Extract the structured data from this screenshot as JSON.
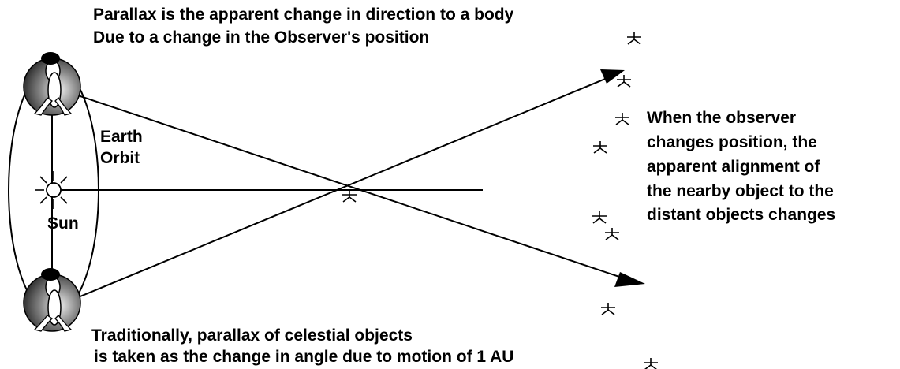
{
  "title_lines": [
    "Parallax is the apparent change in direction to a body",
    "Due to a change in the Observer's position"
  ],
  "orbit_label": [
    "Earth",
    "Orbit"
  ],
  "sun_label": "Sun",
  "explanation_lines": [
    "When the observer",
    "changes position, the",
    "apparent alignment of",
    "the nearby object to the",
    "distant objects changes"
  ],
  "footnote_lines": [
    "Traditionally, parallax of celestial objects",
    "is taken as the change in angle due to motion of 1 AU"
  ]
}
